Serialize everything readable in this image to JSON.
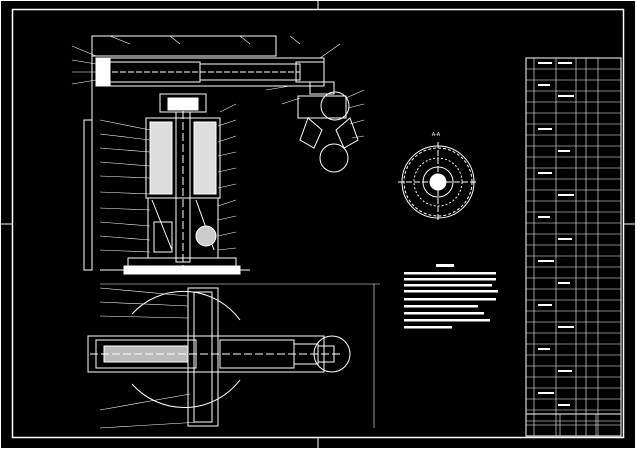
{
  "drawing": {
    "background": "#000000",
    "line_color": "#ffffff",
    "title": "",
    "section_label": "A-A",
    "notes_heading_visible": true,
    "notes_line_count": 8,
    "parts_list_row_count": 33,
    "title_block_rows": 5
  }
}
